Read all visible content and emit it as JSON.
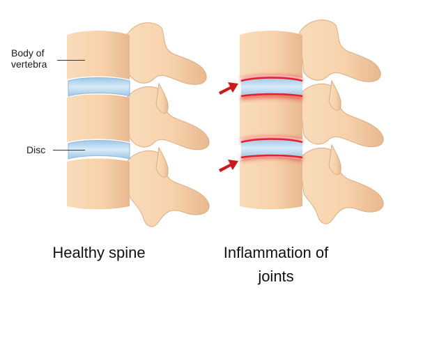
{
  "labels": {
    "body_of_vertebra_line1": "Body of",
    "body_of_vertebra_line2": "vertebra",
    "disc": "Disc"
  },
  "captions": {
    "healthy": "Healthy spine",
    "inflamed_line1": "Inflammation of",
    "inflamed_line2": "joints"
  },
  "colors": {
    "bone": "#f7d2ab",
    "bone_shadow": "#e6b489",
    "disc": "#b8d8ef",
    "inflammation": "#e3202a",
    "arrow": "#cc1a1a"
  }
}
